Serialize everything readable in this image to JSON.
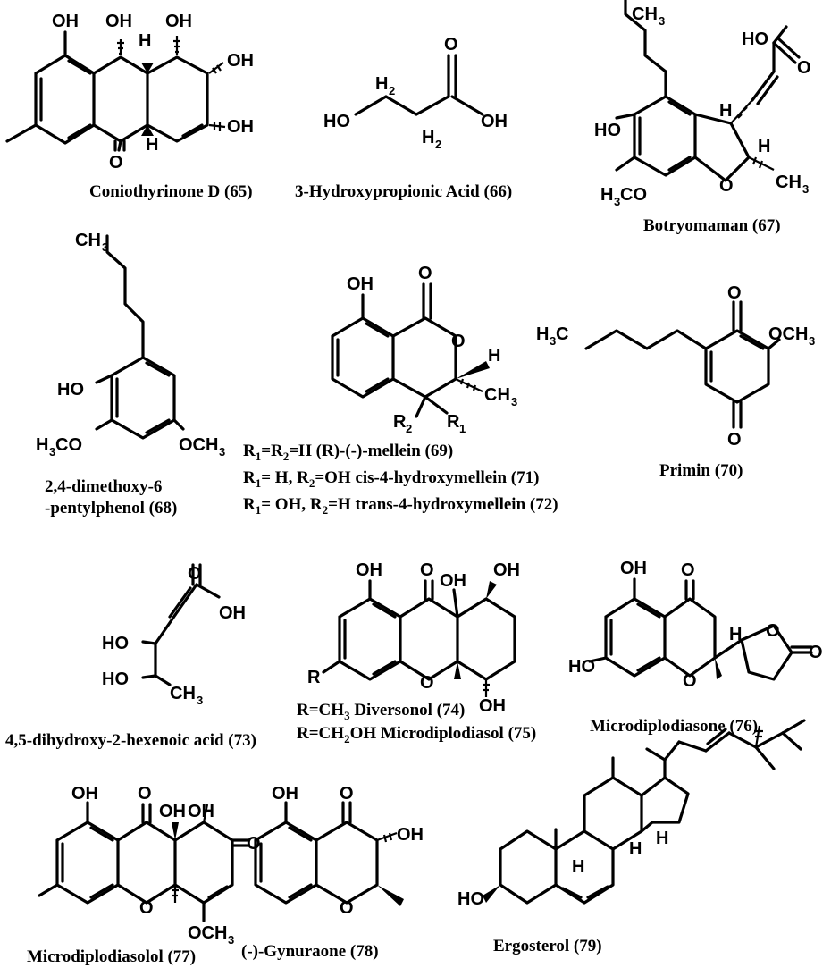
{
  "compounds": [
    {
      "id": "65",
      "caption": "Coniothyrinone D (65)"
    },
    {
      "id": "66",
      "caption": "3-Hydroxypropionic Acid (66)"
    },
    {
      "id": "67",
      "caption": "Botryomaman (67)"
    },
    {
      "id": "68",
      "caption_line1": "2,4-dimethoxy-6",
      "caption_line2": "-pentylphenol (68)"
    },
    {
      "id": "69-72",
      "r_lines": [
        {
          "r1": "R",
          "s1": "1",
          "eq1": "=R",
          "s2": "2",
          "rest": "=H (R)-(-)-mellein (69)"
        },
        {
          "r1": "R",
          "s1": "1",
          "eq1": "= H, R",
          "s2": "2",
          "rest": "=OH cis-4-hydroxymellein (71)"
        },
        {
          "r1": "R",
          "s1": "1",
          "eq1": "= OH, R",
          "s2": "2",
          "rest": "=H trans-4-hydroxymellein (72)"
        }
      ]
    },
    {
      "id": "70",
      "caption": "Primin (70)"
    },
    {
      "id": "73",
      "caption": "4,5-dihydroxy-2-hexenoic acid (73)"
    },
    {
      "id": "74-75",
      "line1_a": "R=CH",
      "line1_sub": "3",
      "line1_b": " Diversonol (74)",
      "line2_a": "R=CH",
      "line2_sub": "2",
      "line2_b": "OH Microdiplodiasol (75)"
    },
    {
      "id": "76",
      "caption": "Microdiplodiasone (76)"
    },
    {
      "id": "77",
      "caption": "Microdiplodiasolol (77)"
    },
    {
      "id": "78",
      "caption": "(-)-Gynuraone (78)"
    },
    {
      "id": "79",
      "caption": "Ergosterol (79)"
    }
  ]
}
